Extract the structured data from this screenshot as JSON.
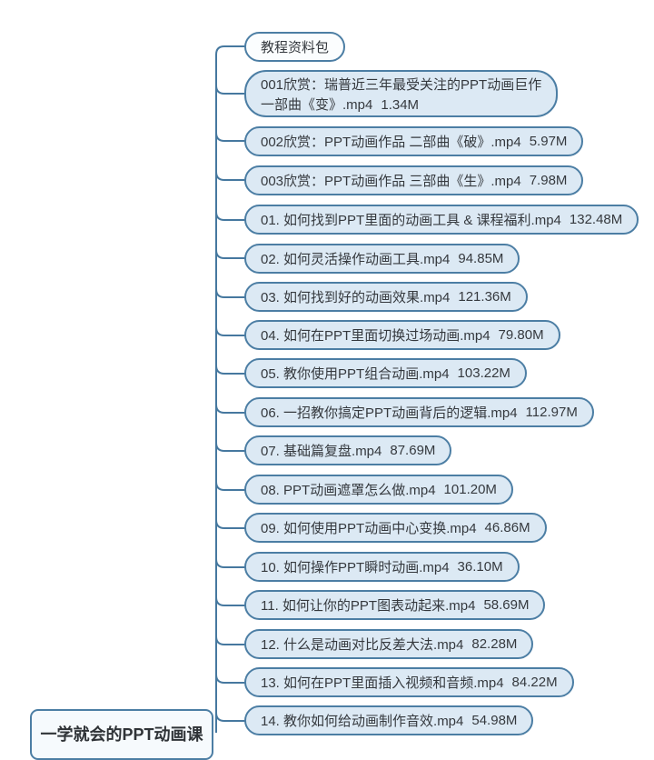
{
  "mindmap": {
    "root": {
      "label": "一学就会的PPT动画课"
    },
    "children": [
      {
        "title": "教程资料包",
        "size": ""
      },
      {
        "title": "001欣赏：瑞普近三年最受关注的PPT动画巨作\n一部曲《变》.mp4",
        "size": "1.34M"
      },
      {
        "title": "002欣赏：PPT动画作品 二部曲《破》.mp4",
        "size": "5.97M"
      },
      {
        "title": "003欣赏：PPT动画作品 三部曲《生》.mp4",
        "size": "7.98M"
      },
      {
        "title": "01. 如何找到PPT里面的动画工具 & 课程福利.mp4",
        "size": "132.48M"
      },
      {
        "title": "02. 如何灵活操作动画工具.mp4",
        "size": "94.85M"
      },
      {
        "title": "03. 如何找到好的动画效果.mp4",
        "size": "121.36M"
      },
      {
        "title": "04. 如何在PPT里面切换过场动画.mp4",
        "size": "79.80M"
      },
      {
        "title": "05. 教你使用PPT组合动画.mp4",
        "size": "103.22M"
      },
      {
        "title": "06. 一招教你搞定PPT动画背后的逻辑.mp4",
        "size": "112.97M"
      },
      {
        "title": "07. 基础篇复盘.mp4",
        "size": "87.69M"
      },
      {
        "title": "08. PPT动画遮罩怎么做.mp4",
        "size": "101.20M"
      },
      {
        "title": "09. 如何使用PPT动画中心变换.mp4",
        "size": "46.86M"
      },
      {
        "title": "10. 如何操作PPT瞬时动画.mp4",
        "size": "36.10M"
      },
      {
        "title": "11. 如何让你的PPT图表动起来.mp4",
        "size": "58.69M"
      },
      {
        "title": "12. 什么是动画对比反差大法.mp4",
        "size": "82.28M"
      },
      {
        "title": "13. 如何在PPT里面插入视频和音频.mp4",
        "size": "84.22M"
      },
      {
        "title": "14. 教你如何给动画制作音效.mp4",
        "size": "54.98M"
      }
    ],
    "colors": {
      "line": "#46789f",
      "node_border": "#4c7ea4",
      "node_fill": "#dce9f4",
      "first_node_fill": "#fbfdfe",
      "root_fill": "#f6fafd",
      "text": "#35393e"
    }
  }
}
